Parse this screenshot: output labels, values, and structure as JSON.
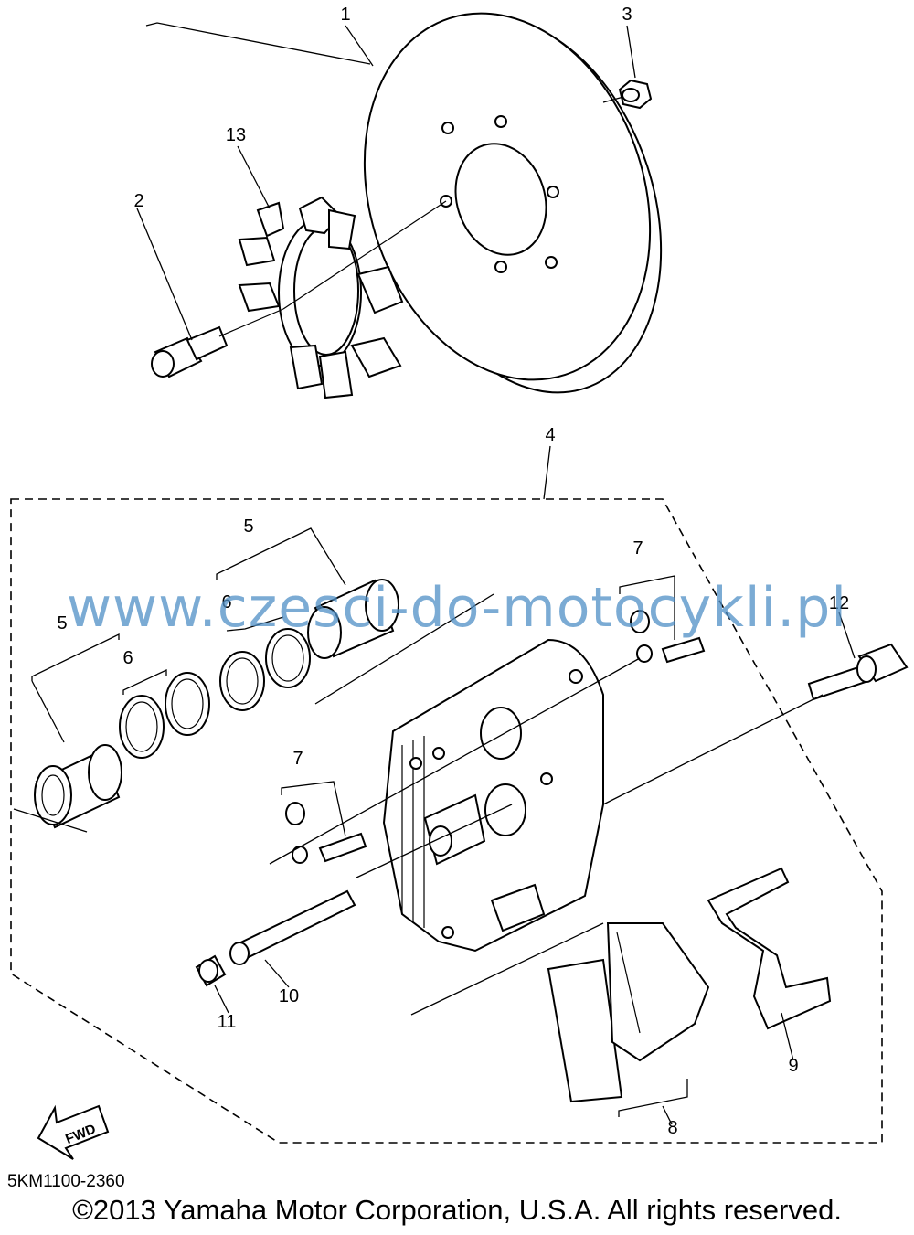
{
  "diagram": {
    "callouts": [
      {
        "id": "c1",
        "label": "1"
      },
      {
        "id": "c2",
        "label": "2"
      },
      {
        "id": "c3",
        "label": "3"
      },
      {
        "id": "c4",
        "label": "4"
      },
      {
        "id": "c5a",
        "label": "5"
      },
      {
        "id": "c5b",
        "label": "5"
      },
      {
        "id": "c6a",
        "label": "6"
      },
      {
        "id": "c6b",
        "label": "6"
      },
      {
        "id": "c7a",
        "label": "7"
      },
      {
        "id": "c7b",
        "label": "7"
      },
      {
        "id": "c8",
        "label": "8"
      },
      {
        "id": "c9",
        "label": "9"
      },
      {
        "id": "c10",
        "label": "10"
      },
      {
        "id": "c11",
        "label": "11"
      },
      {
        "id": "c12",
        "label": "12"
      },
      {
        "id": "c13",
        "label": "13"
      }
    ],
    "fwd_label": "FWD",
    "drawing_code": "5KM1100-2360"
  },
  "watermark": "www.czesci-do-motocykli.pl",
  "copyright": "©2013 Yamaha Motor Corporation, U.S.A. All rights reserved."
}
